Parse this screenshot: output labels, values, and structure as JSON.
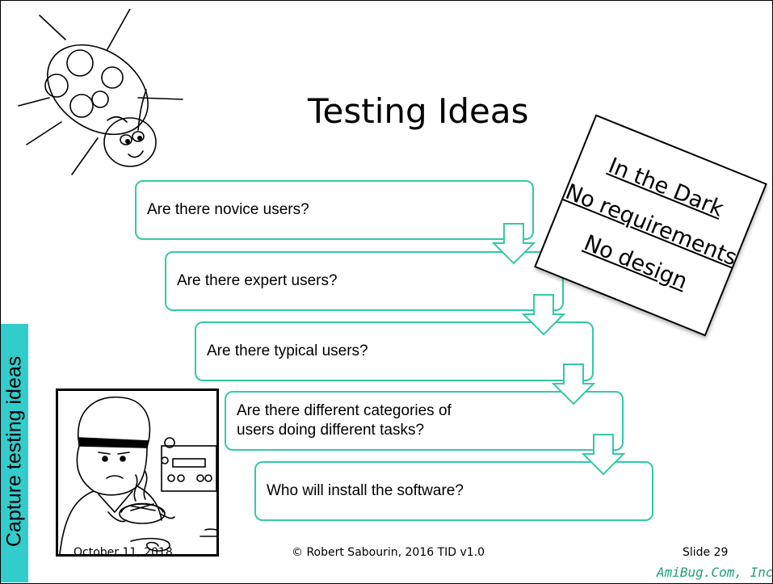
{
  "slide": {
    "title": "Testing Ideas",
    "side_label": "Capture testing ideas",
    "steps": [
      {
        "text": "Are there novice users?"
      },
      {
        "text": "Are there expert users?"
      },
      {
        "text": "Are there typical users?"
      },
      {
        "text": "Are there different categories of\nusers doing different tasks?"
      },
      {
        "text": "Who will install the software?"
      }
    ],
    "stamp": {
      "lines": [
        "In the Dark",
        "No requirements",
        "No design"
      ]
    },
    "footer": {
      "date": "October 11, 2018",
      "copyright": "© Robert Sabourin, 2016 TID v1.0",
      "slide_number": "Slide 29",
      "brand": "AmiBug.Com, Inc."
    },
    "colors": {
      "banner": "#33cccc",
      "step_border": "#33c9a6",
      "brand": "#1fa07c"
    },
    "icons": [
      "ladybug-drawing",
      "baker-with-pie-cartoon",
      "down-arrow-icon"
    ]
  }
}
